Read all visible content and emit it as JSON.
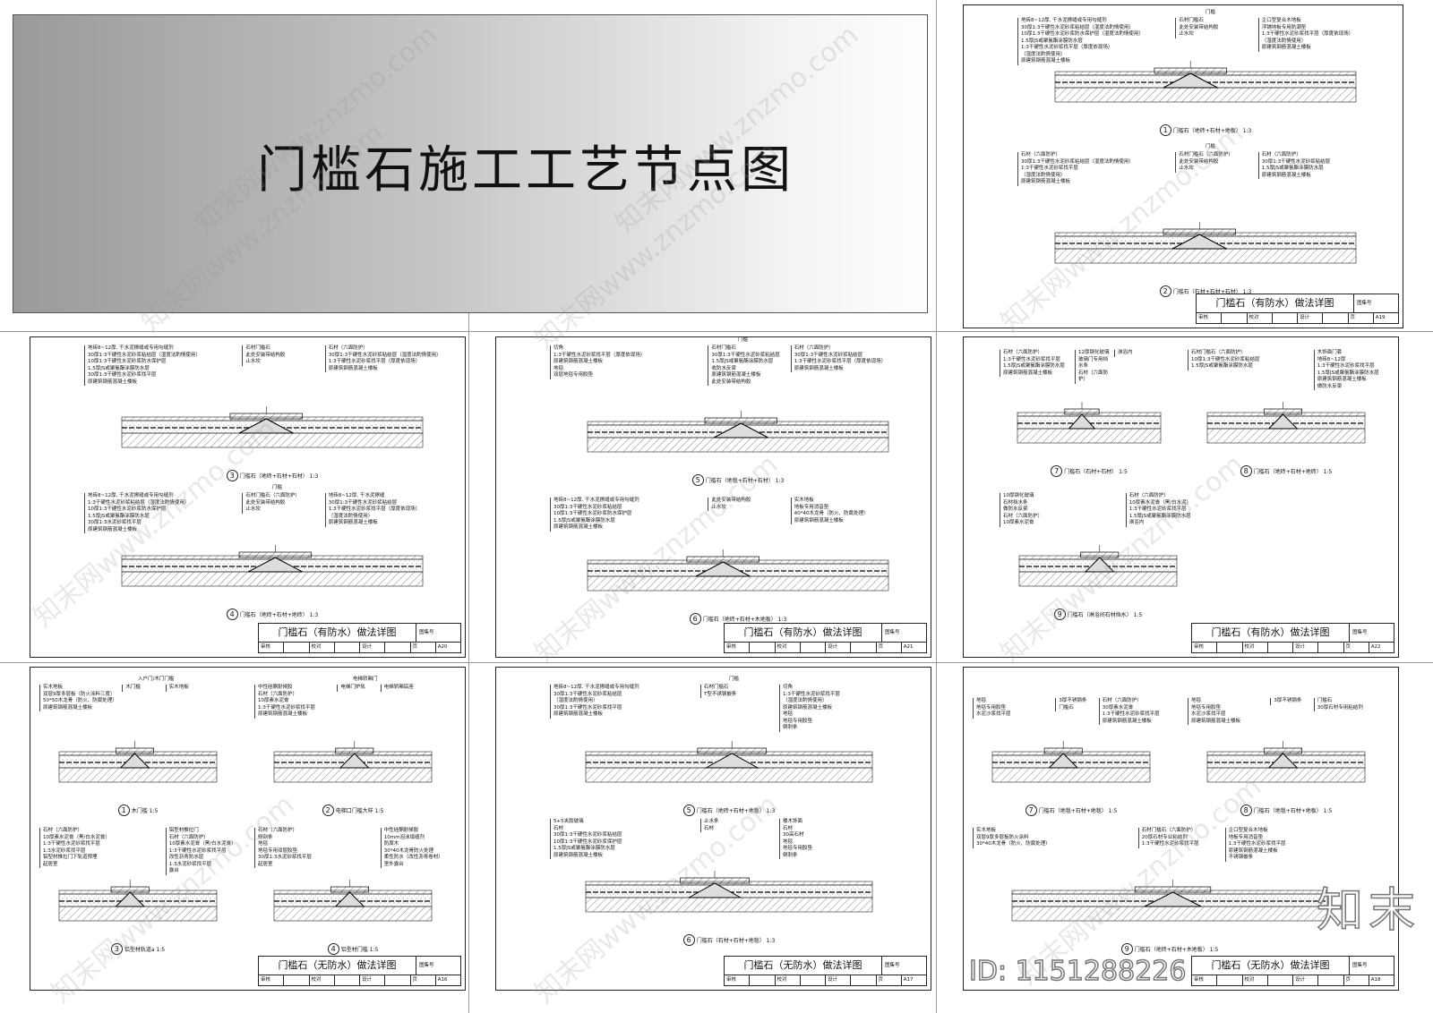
{
  "cover": {
    "title": "门槛石施工工艺节点图"
  },
  "sheets": [
    {
      "title": "门槛石（有防水）做法详图",
      "code_label": "图集号",
      "review": "审核",
      "check": "校对",
      "design": "设计",
      "page_label": "页",
      "page": "A19",
      "details": [
        {
          "num": "1",
          "caption": "门槛石（地砖+石材+地板） 1:3",
          "top_label": "门槛",
          "left": [
            "地砖8~12厚, 干水泥擦缝或专用勾缝剂",
            "30厚1:3干硬性水泥砂浆粘结层（湿度法酌情使用）",
            "10厚1:3干硬性水泥砂浆防水保护层（湿度法酌情使用）",
            "1.5厚JS或聚氨酯涂膜防水层",
            "1:3干硬性水泥砂浆找平层（厚度依现场）",
            "（湿度法酌情使用）",
            "原建筑钢筋混凝土楼板"
          ],
          "mid": [
            "石材门槛石",
            "此处安装带结构胶",
            "止水坎"
          ],
          "right": [
            "企口型复合木地板",
            "浮铺地板专用防潮垫",
            "1:3干硬性水泥砂浆找平层（厚度依现场）",
            "（湿度法酌情使用）",
            "原建筑钢筋混凝土楼板"
          ]
        },
        {
          "num": "2",
          "caption": "门槛石（石材+石材+石材） 1:3",
          "top_label": "门槛",
          "left": [
            "石材（六面防护）",
            "30厚1:3干硬性水泥砂浆粘结层（湿度法酌情使用）",
            "1:3干硬性水泥砂浆找平层",
            "（湿度法酌情使用）",
            "原建筑钢筋混凝土楼板"
          ],
          "mid": [
            "石材门槛石（六面防护）",
            "此处安装带结构胶",
            "止水坎"
          ],
          "right": [
            "石材（六面防护）",
            "30厚1:3干硬性水泥砂浆粘结层",
            "1.5厚JS或聚氨酯涂膜防水层",
            "原建筑钢筋混凝土楼板"
          ]
        }
      ]
    },
    {
      "title": "门槛石（有防水）做法详图",
      "code_label": "图集号",
      "review": "审核",
      "check": "校对",
      "design": "设计",
      "page_label": "页",
      "page": "A20",
      "details": [
        {
          "num": "3",
          "caption": "门槛石（地砖+石材+石材） 1:3",
          "top_label": "",
          "left": [
            "地砖8~12厚, 干水泥擦缝或专用勾缝剂",
            "30厚1:3干硬性水泥砂浆粘结层（湿度法酌情使用）",
            "10厚1:3干硬性水泥砂浆防水保护层",
            "1.5厚JS或聚氨酯涂膜防水层",
            "30厚1:3干硬性水泥砂浆找平层",
            "原建筑钢筋混凝土楼板"
          ],
          "mid": [
            "石材门槛石",
            "此处安装带结构胶",
            "止水坎"
          ],
          "right": [
            "石材（六面防护）",
            "30厚1:3干硬性水泥砂浆粘结层（湿度法酌情使用）",
            "1:3干硬性水泥砂浆找平层（厚度依现场）",
            "原建筑钢筋混凝土楼板"
          ]
        },
        {
          "num": "4",
          "caption": "门槛石（地砖+石材+地砖） 1:3",
          "top_label": "门槛",
          "left": [
            "地砖8~12厚, 干水泥擦缝或专用勾缝剂",
            "1:3干硬性水泥砂浆粘结层（湿度法酌情使用）",
            "10厚1:3干硬性水泥砂浆防水保护层",
            "1.5厚JS或聚氨酯涂膜防水层",
            "30厚1:3水泥砂浆找平层",
            "原建筑钢筋混凝土楼板"
          ],
          "mid": [
            "石材门槛石（六面防护）",
            "此处安装带结构胶",
            "止水坎"
          ],
          "right": [
            "地砖8~12厚, 干水泥擦缝",
            "30厚1:3干硬性水泥砂浆粘结层",
            "1:3干硬性水泥砂浆找平层（厚度依现场）",
            "（湿度法酌情使用）",
            "原建筑钢筋混凝土楼板"
          ]
        }
      ]
    },
    {
      "title": "门槛石（有防水）做法详图",
      "code_label": "图集号",
      "review": "审核",
      "check": "校对",
      "design": "设计",
      "page_label": "页",
      "page": "A21",
      "details": [
        {
          "num": "5",
          "caption": "门槛石（地毯+石材+石材） 1:3",
          "top_label": "门槛",
          "left": [
            "切角",
            "1:3干硬性水泥砂浆找平层（厚度依现场）",
            "原建筑钢筋混凝土楼板",
            "地毯",
            "双层地毯专用胶垫"
          ],
          "mid": [
            "石材门槛石",
            "30厚1:3干硬性水泥砂浆粘结层",
            "1.5厚JS或聚氨酯涂膜防水层",
            "收防水反梁",
            "原建筑钢筋混凝土楼板",
            "此处安装带结构胶"
          ],
          "right": [
            "石材（六面防护）",
            "30厚1:3干硬性水泥砂浆粘结层",
            "1:3干硬性水泥砂浆找平层（厚度依现场）",
            "原建筑钢筋混凝土楼板"
          ]
        },
        {
          "num": "6",
          "caption": "门槛石（地砖+石材+木地板） 1:3",
          "top_label": "",
          "left": [
            "地砖8~12厚, 干水泥擦缝或专用勾缝剂",
            "30厚1:3干硬性水泥砂浆粘结层",
            "10厚1:3干硬性水泥砂浆防水保护层",
            "1.5厚JS或聚氨酯涂膜防水层",
            "原建筑钢筋混凝土楼板"
          ],
          "mid": [
            "此处安装带结构胶",
            "止水坎"
          ],
          "right": [
            "实木地板",
            "地板专用消音垫",
            "40*40木龙骨（防火、防腐处理）",
            "原建筑钢筋混凝土楼板"
          ]
        }
      ]
    },
    {
      "title": "门槛石（有防水）做法详图",
      "code_label": "图集号",
      "review": "审核",
      "check": "校对",
      "design": "设计",
      "page_label": "页",
      "page": "A22",
      "details": [
        {
          "num": "7",
          "caption": "门槛石（石材+石材） 1:5",
          "top_label": "",
          "left": [
            "石材（六面防护）",
            "1:3干硬性水泥砂浆找平层",
            "1.5厚JS或聚氨酯涂膜防水层",
            "原建筑钢筋混凝土楼板"
          ],
          "mid": [
            "12厚钢化玻璃",
            "玻璃门专用挡水条",
            "石材（六面防护）"
          ],
          "right": [
            "淋浴内"
          ]
        },
        {
          "num": "8",
          "caption": "门槛石（地砖+石材+地砖） 1:5",
          "top_label": "",
          "left": [
            "石材门槛石（六面防护）",
            "10厚1:3干硬性水泥砂浆粘结层",
            "1.5厚JS或聚氨酯涂膜防水层"
          ],
          "mid": [],
          "right": [
            "木饰面门套",
            "地砖8~12厚",
            "1:3干硬性水泥砂浆找平层",
            "1.5厚JS或聚氨酯涂膜防水层",
            "原建筑钢筋混凝土楼板",
            "做防水反梁"
          ]
        },
        {
          "num": "9",
          "caption": "门槛石（淋浴间石材挡水） 1:5",
          "top_label": "",
          "left": [
            "10厚钢化玻璃",
            "石材挡水条",
            "做防水反梁",
            "石材（六面防护）",
            "10厚素水泥膏"
          ],
          "mid": [],
          "right": [
            "石材（六面防护）",
            "10厚素水泥膏（黑/白水泥）",
            "1:3干硬性水泥砂浆找平层",
            "1.5厚JS或聚氨酯涂膜防水层",
            "淋浴内"
          ]
        }
      ]
    },
    {
      "title": "门槛石（无防水）做法详图",
      "code_label": "图集号",
      "review": "审核",
      "check": "校对",
      "design": "设计",
      "page_label": "页",
      "page": "A16",
      "details": [
        {
          "num": "1",
          "caption": "木门槛 1:5",
          "top_label": "入户门/木门门槛",
          "left": [
            "实木地板",
            "双层9厚多层板（防火涂料三度）",
            "50*50木龙骨（防火、防腐处理）",
            "原建筑钢筋混凝土楼板"
          ],
          "mid": [
            "木门槛"
          ],
          "right": [
            "实木地板"
          ]
        },
        {
          "num": "2",
          "caption": "电梯口门槛大样 1:5",
          "top_label": "电梯轿厢门",
          "left": [
            "中性硅酮耐候胶",
            "石材（六面防护）",
            "10厚素水泥膏",
            "1:3干硬性水泥砂浆找平层",
            "原建筑钢筋混凝土楼板"
          ],
          "mid": [
            "电梯门护轨"
          ],
          "right": [
            "电梯轿厢底座"
          ]
        },
        {
          "num": "3",
          "caption": "铝型材轨道a 1:5",
          "top_label": "",
          "left": [
            "石材（六面防护）",
            "10厚素水泥膏（黑/白水泥膏）",
            "1:3干硬性水泥砂浆找平层",
            "1:3水泥砂浆找平层",
            "铝型材推拉门下轨道预埋",
            "起居室"
          ],
          "mid": [],
          "right": [
            "铝型材推拉门",
            "石材（六面防护）",
            "10厚素水泥膏（黑/白水泥膏）",
            "1:3干硬性水泥砂浆找平层",
            "改性沥青防水层",
            "1:3水泥砂浆找平层",
            "露台"
          ]
        },
        {
          "num": "4",
          "caption": "铝型材门槛 1:5",
          "top_label": "",
          "left": [
            "石材（六面防护）",
            "侧剖条",
            "地毯",
            "地毯专用双层胶垫",
            "30厚1:3水泥砂浆找平层",
            "起居室"
          ],
          "mid": [],
          "right": [
            "中性硅酮耐候胶",
            "10mm泡沫填缝剂",
            "防腐木",
            "30*40木龙骨防火处理",
            "柔性防水（改性沥青卷材）",
            "室外露台"
          ]
        }
      ]
    },
    {
      "title": "门槛石（无防水）做法详图",
      "code_label": "图集号",
      "review": "审核",
      "check": "校对",
      "design": "设计",
      "page_label": "页",
      "page": "A17",
      "details": [
        {
          "num": "5",
          "caption": "门槛石（地砖+石材+地毯） 1:3",
          "top_label": "门槛",
          "left": [
            "地砖8~12厚, 干水泥擦缝或专用勾缝剂",
            "30厚1:3干硬性水泥砂浆粘结层",
            "（湿度法酌情使用）",
            "30厚1:3干硬性水泥砂浆找平层",
            "原建筑钢筋混凝土楼板"
          ],
          "mid": [
            "石材门槛石",
            "T型不锈钢嵌条"
          ],
          "right": [
            "切角",
            "1:3干硬性水泥砂浆找平层",
            "（湿度法酌情使用）",
            "原建筑钢筋混凝土楼板",
            "地毯",
            "地毯专用胶垫",
            "倒刺条"
          ]
        },
        {
          "num": "6",
          "caption": "门槛石（石材+石材+地毯） 1:3",
          "top_label": "",
          "left": [
            "5+5夹胶玻璃",
            "石材",
            "30厚1:3干硬性水泥砂浆粘结层",
            "10厚1:3干硬性水泥砂浆保护层",
            "1.5厚JS或聚氨酯涂膜防水层",
            "原建筑钢筋混凝土楼板"
          ],
          "mid": [
            "止水条",
            "石材"
          ],
          "right": [
            "楼木饰面",
            "石材",
            "30高石材",
            "地毯",
            "地毯专用胶垫",
            "倒刺条"
          ]
        }
      ]
    },
    {
      "title": "门槛石（无防水）做法详图",
      "code_label": "图集号",
      "review": "审核",
      "check": "校对",
      "design": "设计",
      "page_label": "页",
      "page": "A18",
      "details": [
        {
          "num": "7",
          "caption": "门槛石（地毯+石材+地毯） 1:5",
          "top_label": "",
          "left": [
            "地毯",
            "地毯专用胶垫",
            "水泥沙浆找平层"
          ],
          "mid": [
            "3厚不锈钢条",
            "门槛石"
          ],
          "right": [
            "石材（六面防护）",
            "30厚素水泥膏",
            "1:3干硬性水泥砂浆找平层",
            "原建筑钢筋混凝土楼板"
          ]
        },
        {
          "num": "8",
          "caption": "门槛石（地毯+石材+地板） 1:5",
          "top_label": "",
          "left": [
            "地毯",
            "地毯专用胶垫",
            "水泥沙浆找平层",
            "原建筑钢筋混凝土楼板"
          ],
          "mid": [
            "3厚不锈钢条"
          ],
          "right": [
            "门槛石",
            "30厚石材专用粘结剂"
          ]
        },
        {
          "num": "9",
          "caption": "门槛石（地砖+石材+木地板） 1:5",
          "top_label": "",
          "left": [
            "实木地板",
            "双层9厚多层板防火涂料",
            "30*40木龙骨（防火、防腐处理）"
          ],
          "mid": [
            "石材门槛石（六面防护）",
            "20厚石材专业粘结剂",
            "1:3干硬性水泥砂浆找平层"
          ],
          "right": [
            "企口型复合木地板",
            "地板专用消音垫",
            "1:3干硬性水泥砂浆找平层",
            "原建筑钢筋混凝土楼板",
            "不锈钢嵌条"
          ]
        }
      ]
    }
  ],
  "watermark": {
    "text": "知末网www.znzmo.com",
    "brand": "知末",
    "id": "ID: 1151288226"
  }
}
